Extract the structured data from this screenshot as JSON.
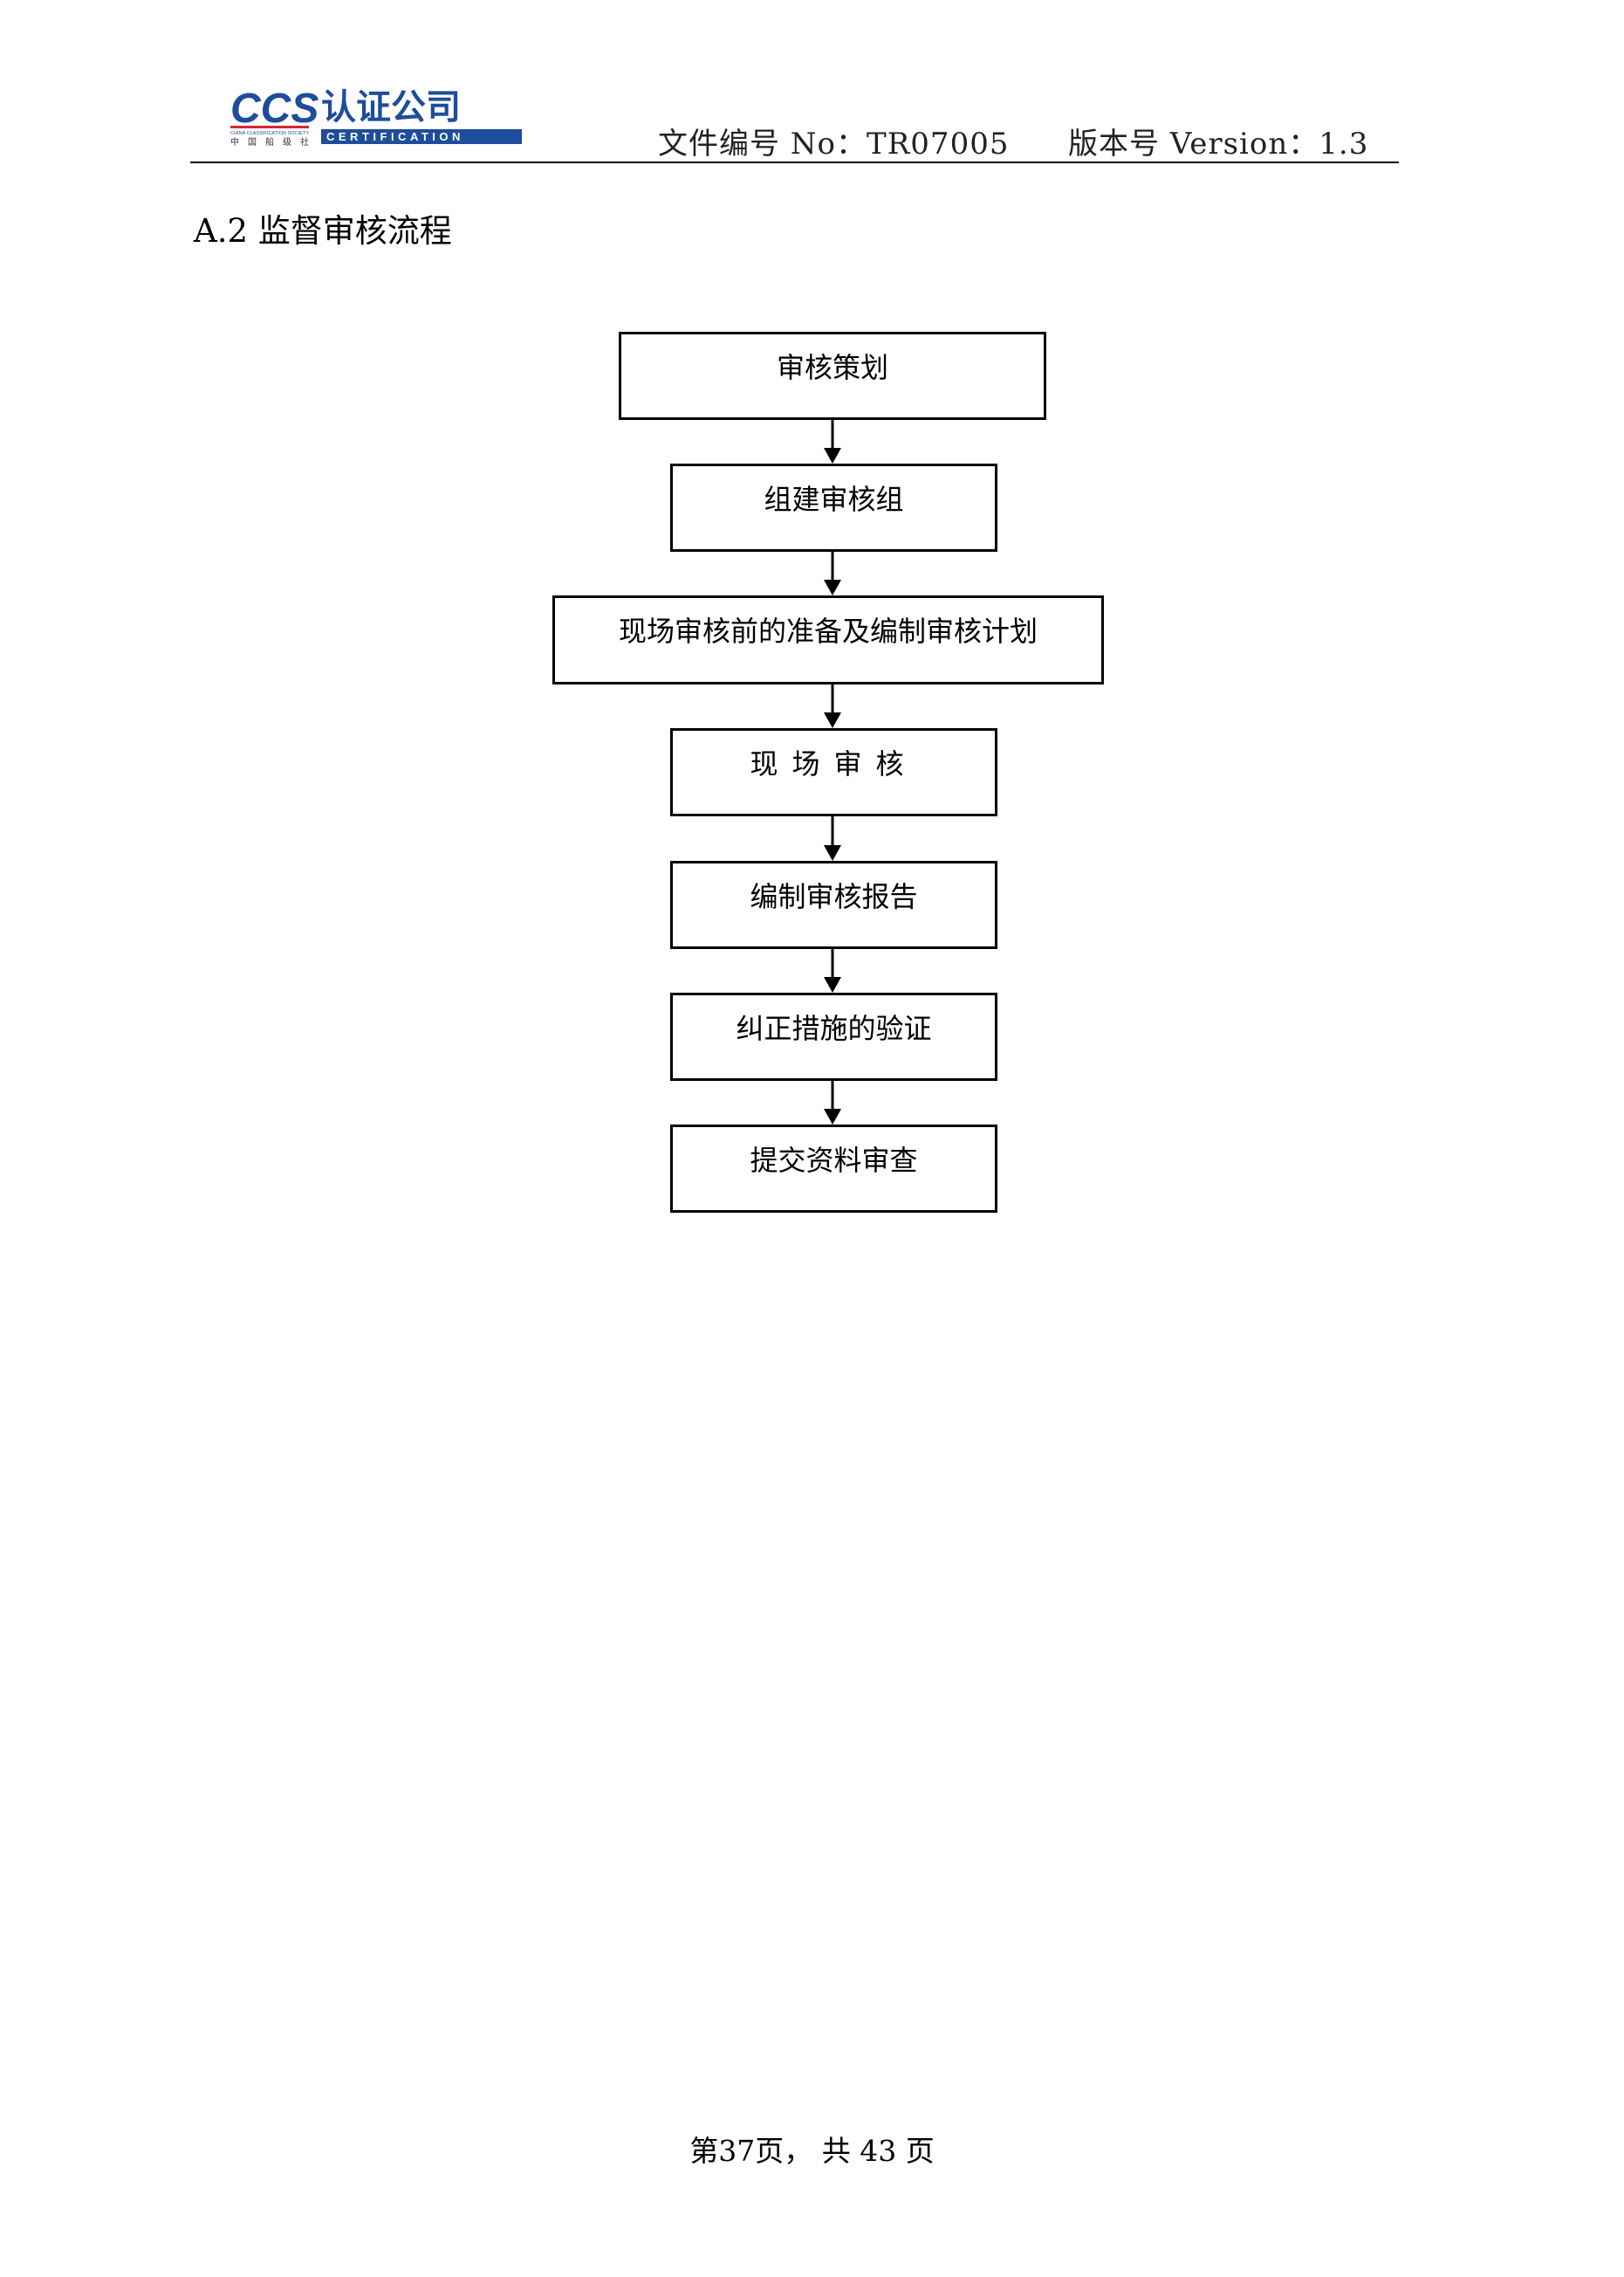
{
  "header": {
    "logo": {
      "brand": "CCS",
      "brand_cn": "认证公司",
      "society_en": "CHINA CLASSIFICATION SOCIETY",
      "society_cn": "中国船级社",
      "certification": "CERTIFICATION"
    },
    "doc_number": "文件编号 No：TR07005",
    "version": "版本号 Version：1.3",
    "colors": {
      "brand_blue": "#1e4d9b",
      "brand_red": "#d7262f"
    }
  },
  "section": {
    "title": "A.2 监督审核流程"
  },
  "flowchart": {
    "steps": [
      "审核策划",
      "组建审核组",
      "现场审核前的准备及编制审核计划",
      "现场审核",
      "编制审核报告",
      "纠正措施的验证",
      "提交资料审查"
    ]
  },
  "footer": {
    "page_text": "第37页， 共 43 页"
  }
}
